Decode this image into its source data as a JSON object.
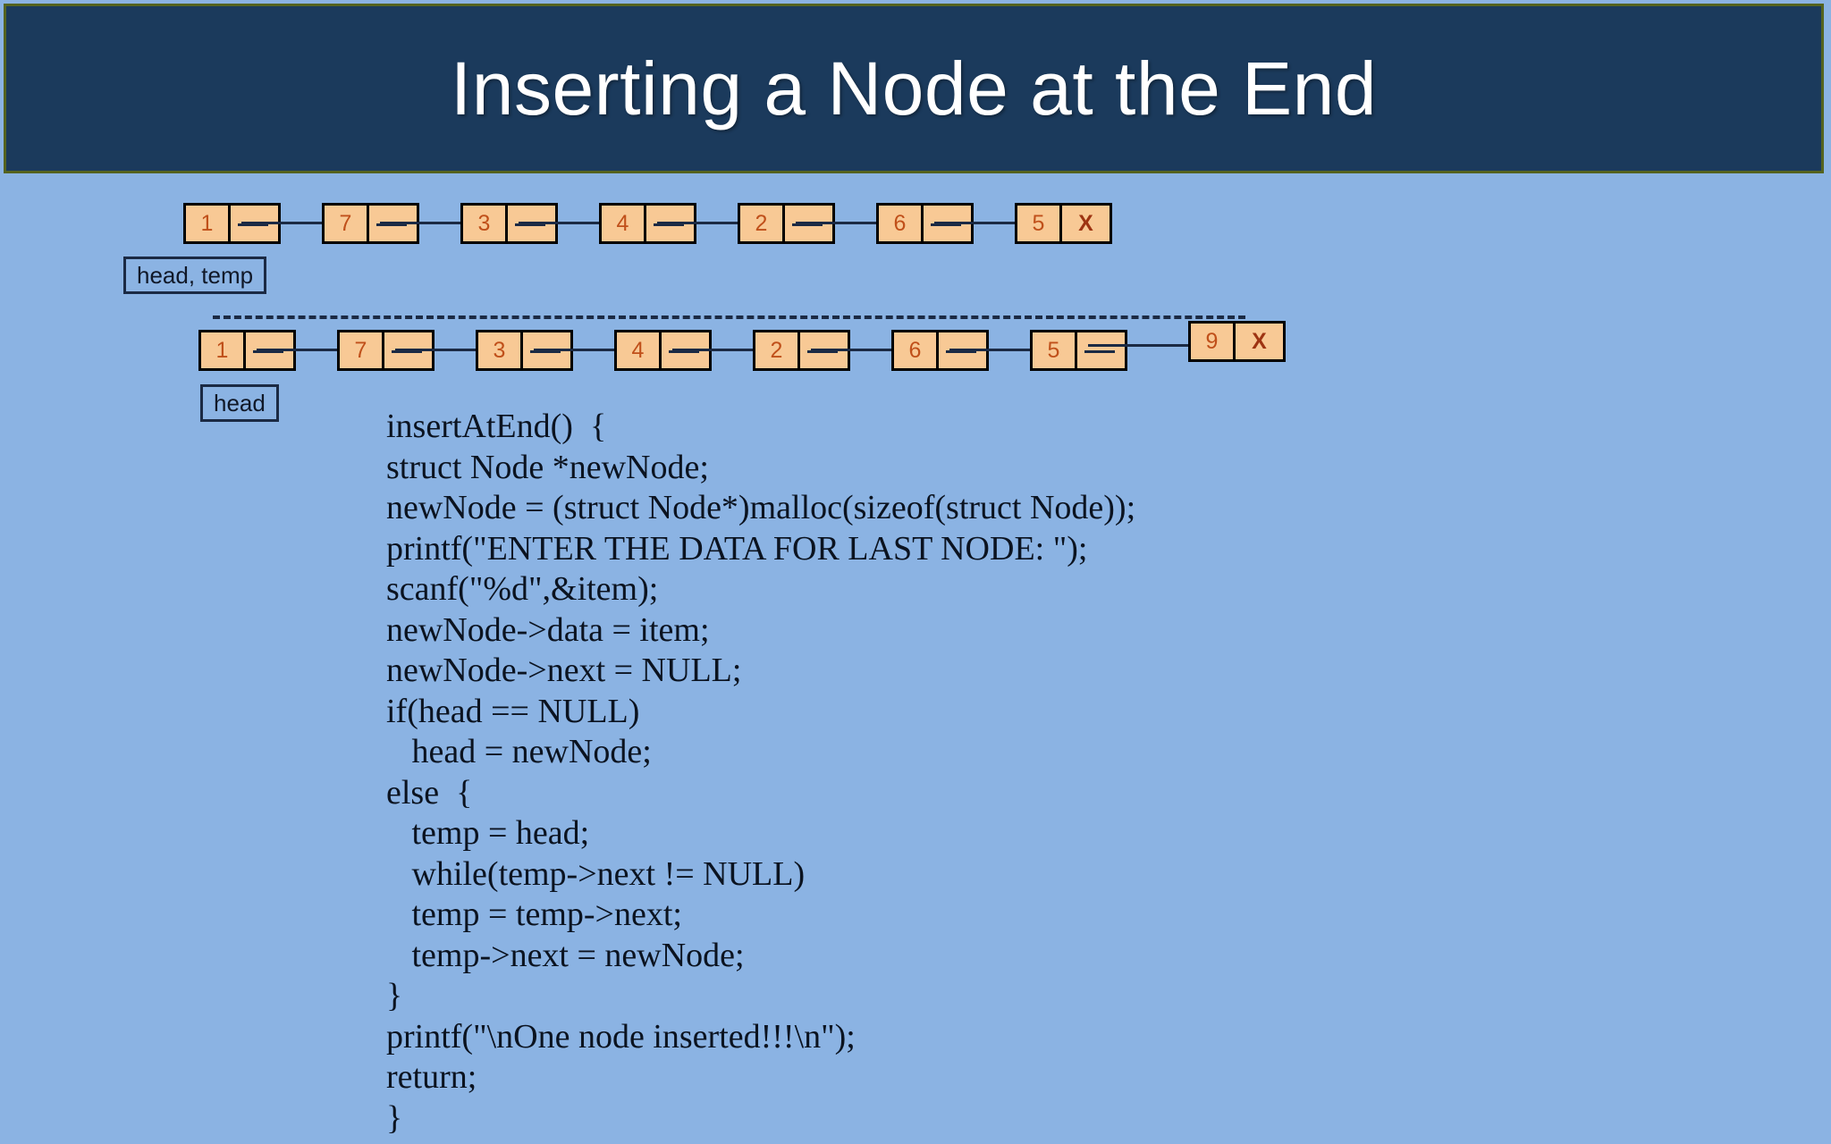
{
  "slide": {
    "title": "Inserting a Node at the End",
    "background_color": "#8BB3E3",
    "title_bar_color": "#1B3A5C",
    "title_border_color": "#55631F",
    "node_fill_color": "#F8C995",
    "node_text_color": "#C0501A"
  },
  "diagram": {
    "row1": {
      "label": "head, temp",
      "nodes": [
        {
          "data": "1",
          "ptr": ""
        },
        {
          "data": "7",
          "ptr": ""
        },
        {
          "data": "3",
          "ptr": ""
        },
        {
          "data": "4",
          "ptr": ""
        },
        {
          "data": "2",
          "ptr": ""
        },
        {
          "data": "6",
          "ptr": ""
        },
        {
          "data": "5",
          "ptr": "X"
        }
      ]
    },
    "row2": {
      "label": "head",
      "nodes": [
        {
          "data": "1",
          "ptr": ""
        },
        {
          "data": "7",
          "ptr": ""
        },
        {
          "data": "3",
          "ptr": ""
        },
        {
          "data": "4",
          "ptr": ""
        },
        {
          "data": "2",
          "ptr": ""
        },
        {
          "data": "6",
          "ptr": ""
        },
        {
          "data": "5",
          "ptr": ""
        },
        {
          "data": "9",
          "ptr": "X"
        }
      ]
    }
  },
  "code": {
    "lines": [
      "insertAtEnd()  {",
      "struct Node *newNode;",
      "newNode = (struct Node*)malloc(sizeof(struct Node));",
      "printf(\"ENTER THE DATA FOR LAST NODE: \");",
      "scanf(\"%d\",&item);",
      "newNode->data = item;",
      "newNode->next = NULL;",
      "if(head == NULL)",
      "   head = newNode;",
      "else  {",
      "   temp = head;",
      "   while(temp->next != NULL)",
      "   temp = temp->next;",
      "   temp->next = newNode;",
      "}",
      "printf(\"\\nOne node inserted!!!\\n\");",
      "return;",
      "}"
    ]
  }
}
